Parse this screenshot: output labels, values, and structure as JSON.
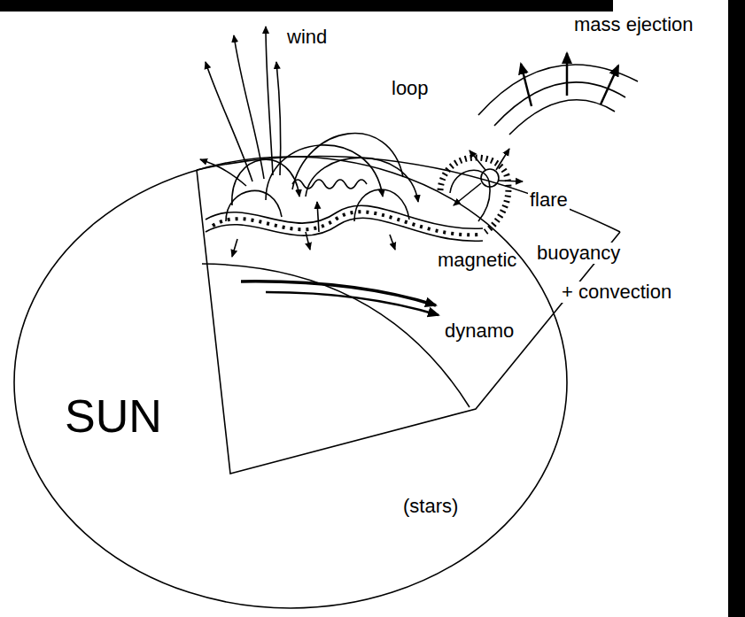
{
  "diagram": {
    "nodes": [
      {
        "text": [
          "SUN",
          "(stars)"
        ]
      }
    ],
    "labels": [
      "mass ejection",
      "wind",
      "loop",
      "flare",
      "buoyancy",
      "magnetic",
      "+ convection",
      "dynamo"
    ]
  }
}
